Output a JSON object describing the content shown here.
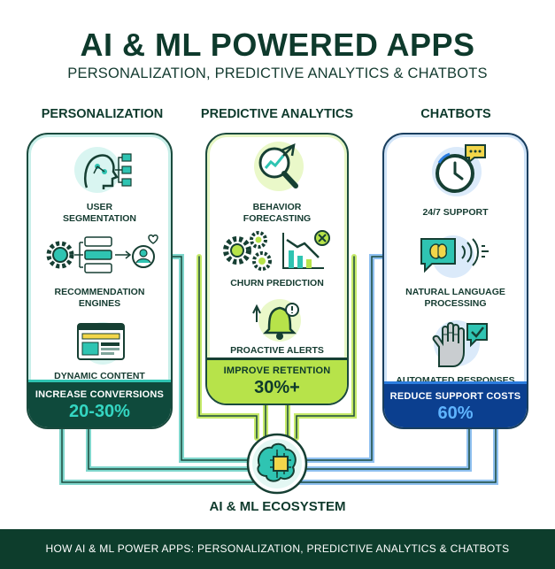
{
  "header": {
    "title": "AI & ML POWERED APPS",
    "subtitle": "PERSONALIZATION, PREDICTIVE ANALYTICS & CHATBOTS"
  },
  "columns": [
    {
      "heading": "PERSONALIZATION",
      "items": [
        {
          "label_line1": "USER",
          "label_line2": "SEGMENTATION",
          "icon": "head-network-icon"
        },
        {
          "label_line1": "RECOMMENDATION",
          "label_line2": "ENGINES",
          "icon": "gear-list-user-icon"
        },
        {
          "label_line1": "DYNAMIC CONTENT",
          "label_line2": "",
          "icon": "browser-layout-icon"
        }
      ],
      "band_text": "INCREASE CONVERSIONS",
      "band_value": "20-30%"
    },
    {
      "heading": "PREDICTIVE ANALYTICS",
      "items": [
        {
          "label_line1": "BEHAVIOR",
          "label_line2": "FORECASTING",
          "icon": "magnifier-chart-icon"
        },
        {
          "label_line1": "CHURN PREDICTION",
          "label_line2": "",
          "icon": "gears-declining-chart-icon"
        },
        {
          "label_line1": "PROACTIVE ALERTS",
          "label_line2": "",
          "icon": "bell-alert-icon"
        }
      ],
      "band_text": "IMPROVE RETENTION",
      "band_value": "30%+"
    },
    {
      "heading": "CHATBOTS",
      "items": [
        {
          "label_line1": "24/7 SUPPORT",
          "label_line2": "",
          "icon": "clock-chat-icon"
        },
        {
          "label_line1": "NATURAL LANGUAGE",
          "label_line2": "PROCESSING",
          "icon": "brain-speech-icon"
        },
        {
          "label_line1": "AUTOMATED RESPONSES",
          "label_line2": "",
          "icon": "robot-hand-check-icon"
        }
      ],
      "band_text": "REDUCE SUPPORT COSTS",
      "band_value": "60%"
    }
  ],
  "ecosystem_label": "AI & ML ECOSYSTEM",
  "footer_text": "HOW AI & ML POWER APPS: PERSONALIZATION, PREDICTIVE ANALYTICS & CHATBOTS",
  "colors": {
    "dark_green": "#0e3a2c",
    "teal_band": "#0f4a3c",
    "teal_accent": "#2fc4b2",
    "lime_band": "#b7e34a",
    "lime_band_dark": "#0e3a2c",
    "blue_band": "#0b3f8f",
    "blue_accent": "#2b7de0"
  }
}
